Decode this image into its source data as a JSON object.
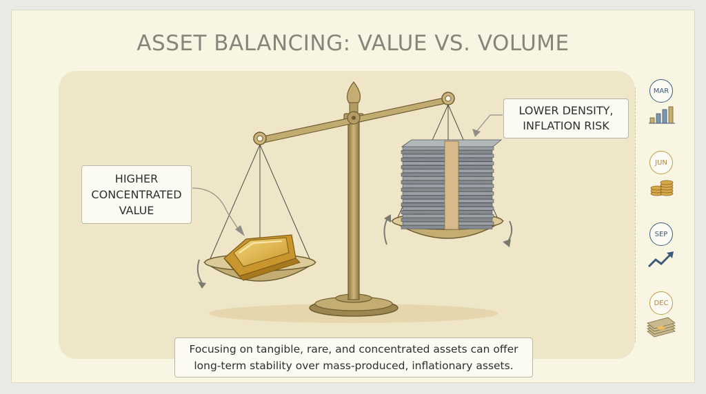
{
  "title": "ASSET BALANCING: VALUE VS. VOLUME",
  "callouts": {
    "left": [
      "HIGHER",
      "CONCENTRATED",
      "VALUE"
    ],
    "right": [
      "LOWER DENSITY,",
      "INFLATION RISK"
    ]
  },
  "caption": [
    "Focusing on tangible, rare, and concentrated assets can offer",
    "long-term stability over mass-produced, inflationary assets."
  ],
  "timeline": [
    {
      "label": "MAR",
      "icon": "bar-chart-icon"
    },
    {
      "label": "JUN",
      "icon": "coin-stack-icon"
    },
    {
      "label": "SEP",
      "icon": "trend-up-icon"
    },
    {
      "label": "DEC",
      "icon": "cash-stack-icon"
    }
  ],
  "colors": {
    "scale_brass": "#bda567",
    "gold_bar": "#e9c35a",
    "cash": "#8e949a",
    "band": "#d8b98b",
    "month_blue": "#3f5a7a",
    "month_gold": "#c19a4c"
  }
}
